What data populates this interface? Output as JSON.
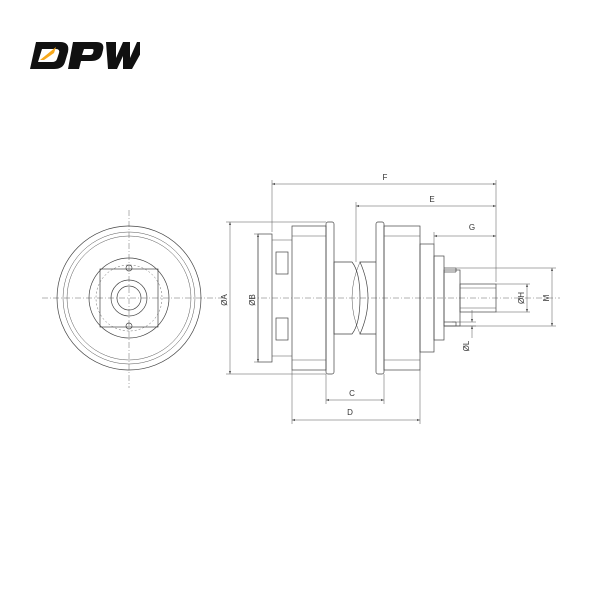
{
  "logo": {
    "text": "DPW",
    "color": "#111111",
    "accent": "#f7a81b"
  },
  "dimensions": {
    "A": "ØA",
    "B": "ØB",
    "C": "C",
    "D": "D",
    "E": "E",
    "F": "F",
    "G": "G",
    "H": "ØH",
    "L": "ØL",
    "M": "M"
  }
}
